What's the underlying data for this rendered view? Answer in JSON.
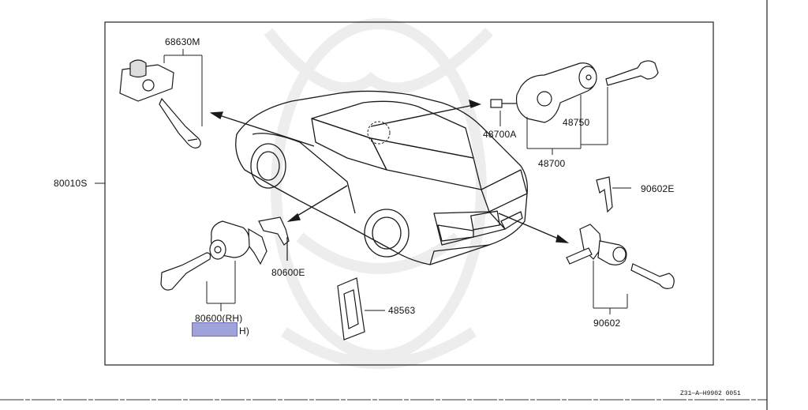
{
  "parts": {
    "p68630m": "68630M",
    "p80010s": "80010S",
    "p48700a": "48700A",
    "p48750": "48750",
    "p48700": "48700",
    "p90602e": "90602E",
    "p80600e": "80600E",
    "p80600rh": "80600(RH)",
    "p80600lh_tail": "H)",
    "p48563": "48563",
    "p90602": "90602"
  },
  "diagram_code": "Z31—A—H9902 0051",
  "colors": {
    "highlight": "#9fa3d9",
    "highlight_border": "#6b6fb8",
    "line": "#1a1a1a",
    "watermark": "#e9e9e9"
  }
}
